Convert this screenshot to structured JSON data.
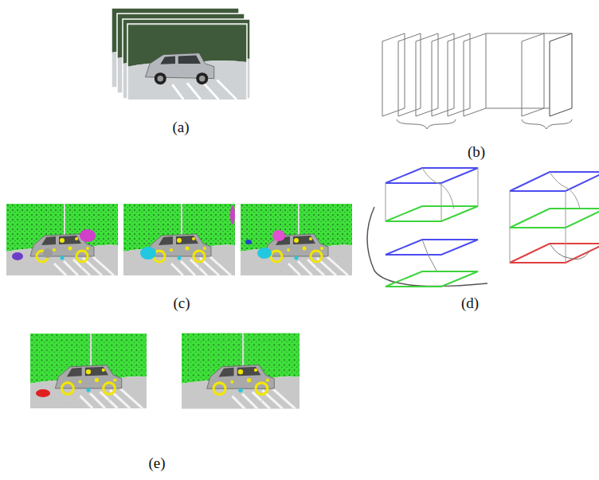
{
  "diagram": {
    "labels": [
      "(a)",
      "(b)",
      "(c)",
      "(d)",
      "(e)"
    ]
  }
}
